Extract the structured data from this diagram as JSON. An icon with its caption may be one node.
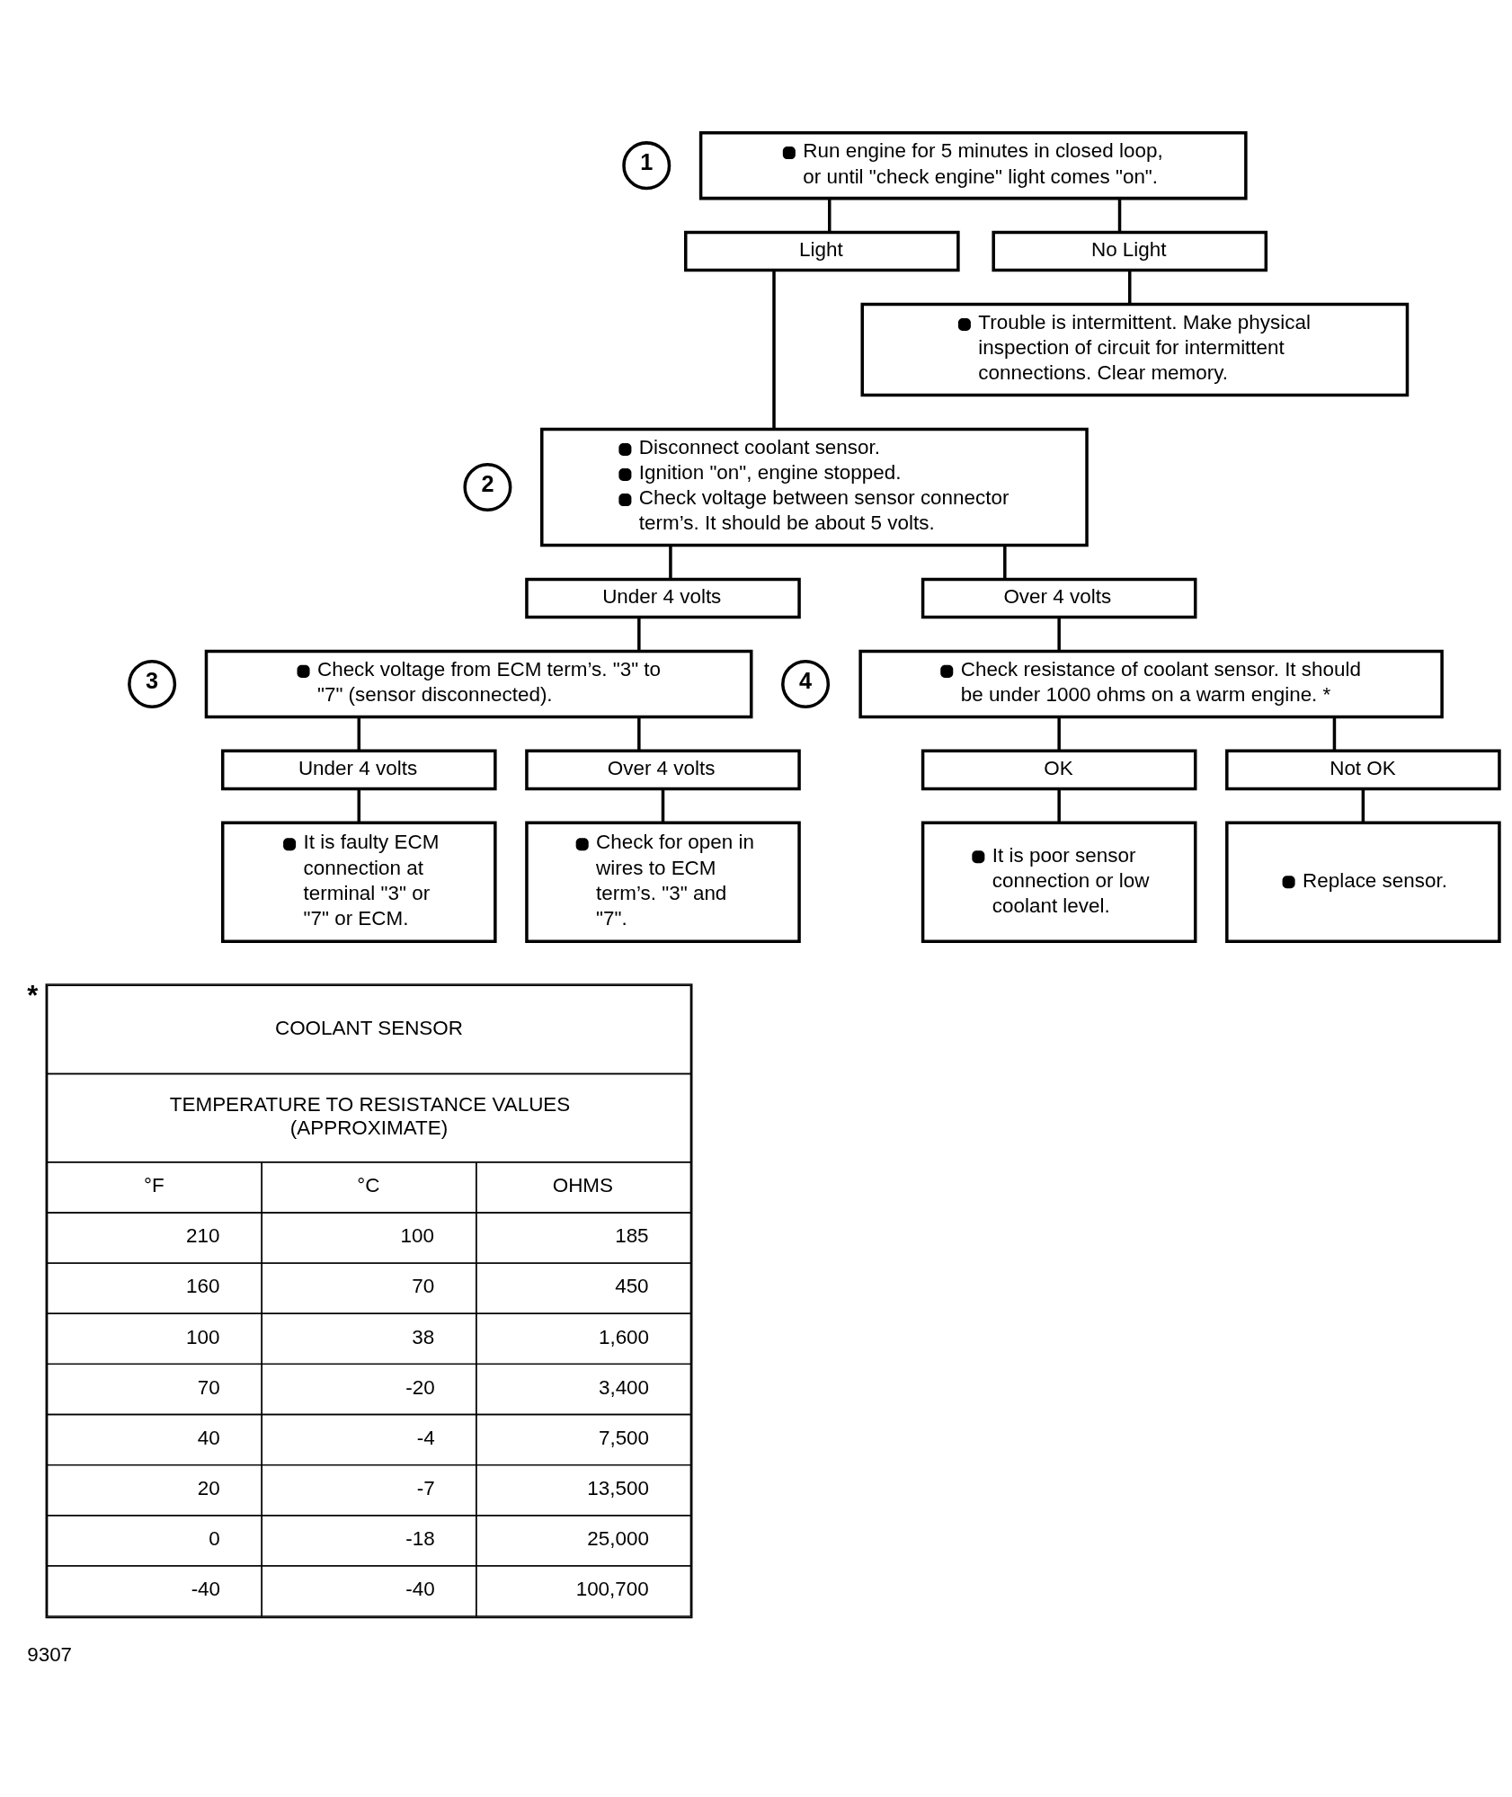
{
  "diagram": {
    "nodes": [
      {
        "text": [
          "1"
        ]
      },
      {
        "text": [
          "Run engine for 5 minutes in closed loop, or until \"check engine\" light comes \"on\"."
        ]
      },
      {
        "text": [
          "Light"
        ]
      },
      {
        "text": [
          "No Light"
        ]
      },
      {
        "text": [
          "Trouble is intermittent. Make physical inspection of circuit for intermittent connections. Clear memory."
        ]
      },
      {
        "text": [
          "2"
        ]
      },
      {
        "text": [
          "Disconnect coolant sensor.",
          "Ignition \"on\", engine stopped.",
          "Check voltage between sensor connector term’s. It should be about 5 volts."
        ]
      },
      {
        "text": [
          "Under 4 volts"
        ]
      },
      {
        "text": [
          "Over 4 volts"
        ]
      },
      {
        "text": [
          "3"
        ]
      },
      {
        "text": [
          "Check voltage from ECM term’s. \"3\" to \"7\" (sensor disconnected)."
        ]
      },
      {
        "text": [
          "4"
        ]
      },
      {
        "text": [
          "Check resistance of coolant sensor. It should be under 1000 ohms on a warm engine. *"
        ]
      },
      {
        "text": [
          "Under 4 volts"
        ]
      },
      {
        "text": [
          "Over 4 volts"
        ]
      },
      {
        "text": [
          "OK"
        ]
      },
      {
        "text": [
          "Not OK"
        ]
      },
      {
        "text": [
          "It is faulty ECM connection at terminal \"3\" or \"7\" or ECM."
        ]
      },
      {
        "text": [
          "Check for open in wires to ECM term’s. \"3\" and \"7\"."
        ]
      },
      {
        "text": [
          "It is poor sensor connection or low coolant level."
        ]
      },
      {
        "text": [
          "Replace sensor."
        ]
      }
    ],
    "edges": [
      {
        "from": 1,
        "to": 2,
        "arrow": "none"
      },
      {
        "from": 1,
        "to": 3,
        "arrow": "none"
      },
      {
        "from": 3,
        "to": 4,
        "arrow": "none"
      },
      {
        "from": 2,
        "to": 6,
        "arrow": "none"
      },
      {
        "from": 6,
        "to": 7,
        "arrow": "none"
      },
      {
        "from": 6,
        "to": 8,
        "arrow": "none"
      },
      {
        "from": 7,
        "to": 10,
        "arrow": "none"
      },
      {
        "from": 8,
        "to": 12,
        "arrow": "none"
      },
      {
        "from": 10,
        "to": 13,
        "arrow": "none"
      },
      {
        "from": 10,
        "to": 14,
        "arrow": "none"
      },
      {
        "from": 12,
        "to": 15,
        "arrow": "none"
      },
      {
        "from": 12,
        "to": 16,
        "arrow": "none"
      },
      {
        "from": 13,
        "to": 17,
        "arrow": "none"
      },
      {
        "from": 14,
        "to": 18,
        "arrow": "none"
      },
      {
        "from": 15,
        "to": 19,
        "arrow": "none"
      },
      {
        "from": 16,
        "to": 20,
        "arrow": "none"
      }
    ],
    "labels": [
      "*",
      "COOLANT SENSOR",
      "TEMPERATURE TO RESISTANCE VALUES (APPROXIMATE)",
      "°F",
      "°C",
      "OHMS",
      "210",
      "100",
      "185",
      "160",
      "70",
      "450",
      "100",
      "38",
      "1,600",
      "70",
      "-20",
      "3,400",
      "40",
      "-4",
      "7,500",
      "20",
      "-7",
      "13,500",
      "0",
      "-18",
      "25,000",
      "-40",
      "-40",
      "100,700",
      "9307"
    ]
  }
}
